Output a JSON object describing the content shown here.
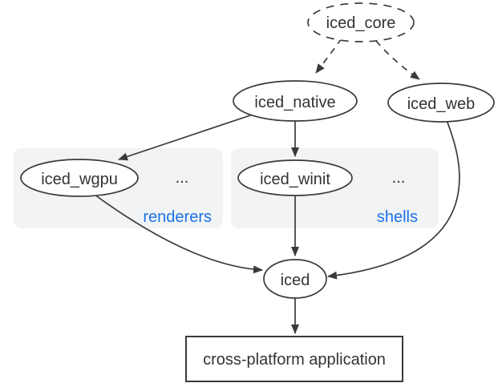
{
  "diagram": {
    "background": "#ffffff",
    "stroke_color": "#3a3a3a",
    "text_color": "#333333",
    "accent_color": "#1a73e8",
    "group_fill": "#f1f3f4"
  },
  "nodes": {
    "iced_core": {
      "label": "iced_core",
      "shape": "ellipse",
      "border": "dashed"
    },
    "iced_native": {
      "label": "iced_native",
      "shape": "ellipse",
      "border": "solid"
    },
    "iced_web": {
      "label": "iced_web",
      "shape": "ellipse",
      "border": "solid"
    },
    "iced_wgpu": {
      "label": "iced_wgpu",
      "shape": "ellipse",
      "border": "solid"
    },
    "iced_winit": {
      "label": "iced_winit",
      "shape": "ellipse",
      "border": "solid"
    },
    "iced": {
      "label": "iced",
      "shape": "ellipse",
      "border": "solid"
    },
    "application": {
      "label": "cross-platform application",
      "shape": "rectangle",
      "border": "solid"
    }
  },
  "groups": {
    "renderers": {
      "label": "renderers",
      "ellipsis": "..."
    },
    "shells": {
      "label": "shells",
      "ellipsis": "..."
    }
  },
  "edges": [
    {
      "from": "iced_core",
      "to": "iced_native",
      "style": "dashed"
    },
    {
      "from": "iced_core",
      "to": "iced_web",
      "style": "dashed"
    },
    {
      "from": "iced_native",
      "to": "iced_wgpu",
      "style": "solid"
    },
    {
      "from": "iced_native",
      "to": "iced_winit",
      "style": "solid"
    },
    {
      "from": "iced_winit",
      "to": "iced",
      "style": "solid"
    },
    {
      "from": "iced_wgpu",
      "to": "iced",
      "style": "solid"
    },
    {
      "from": "iced_web",
      "to": "iced",
      "style": "solid"
    },
    {
      "from": "iced",
      "to": "application",
      "style": "solid"
    }
  ]
}
